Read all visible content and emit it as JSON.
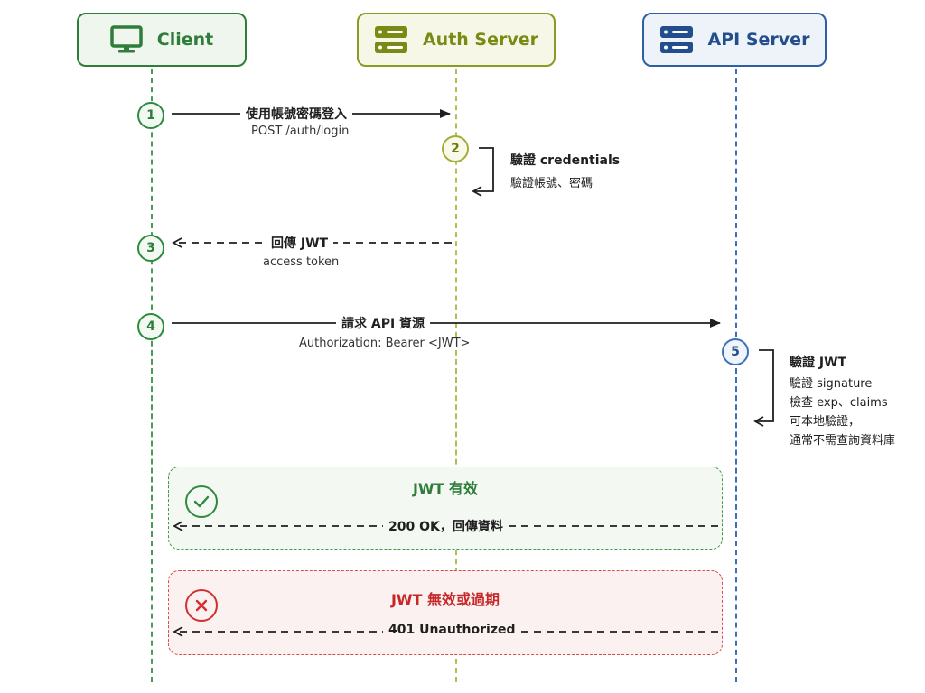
{
  "actors": {
    "client": {
      "label": "Client",
      "icon": "monitor-icon",
      "color": "#2e7d3a"
    },
    "auth": {
      "label": "Auth Server",
      "icon": "server-icon",
      "color": "#8a9a22"
    },
    "api": {
      "label": "API Server",
      "icon": "server-icon",
      "color": "#2f5fa3"
    }
  },
  "steps": [
    {
      "num": "1",
      "label": "使用帳號密碼登入",
      "sub": "POST /auth/login"
    },
    {
      "num": "2",
      "label": "驗證 credentials",
      "sub": "驗證帳號、密碼"
    },
    {
      "num": "3",
      "label": "回傳 JWT",
      "sub": "access token"
    },
    {
      "num": "4",
      "label": "請求 API 資源",
      "sub": "Authorization: Bearer <JWT>"
    },
    {
      "num": "5",
      "label": "驗證 JWT",
      "lines": [
        "驗證 signature",
        "檢查 exp、claims",
        "可本地驗證，",
        "通常不需查詢資料庫"
      ]
    }
  ],
  "outcomes": {
    "valid": {
      "title": "JWT 有效",
      "response": "200 OK，回傳資料",
      "icon": "check-circle-icon",
      "color": "#2e7d3a"
    },
    "invalid": {
      "title": "JWT 無效或過期",
      "response": "401 Unauthorized",
      "icon": "x-circle-icon",
      "color": "#c62828"
    }
  }
}
